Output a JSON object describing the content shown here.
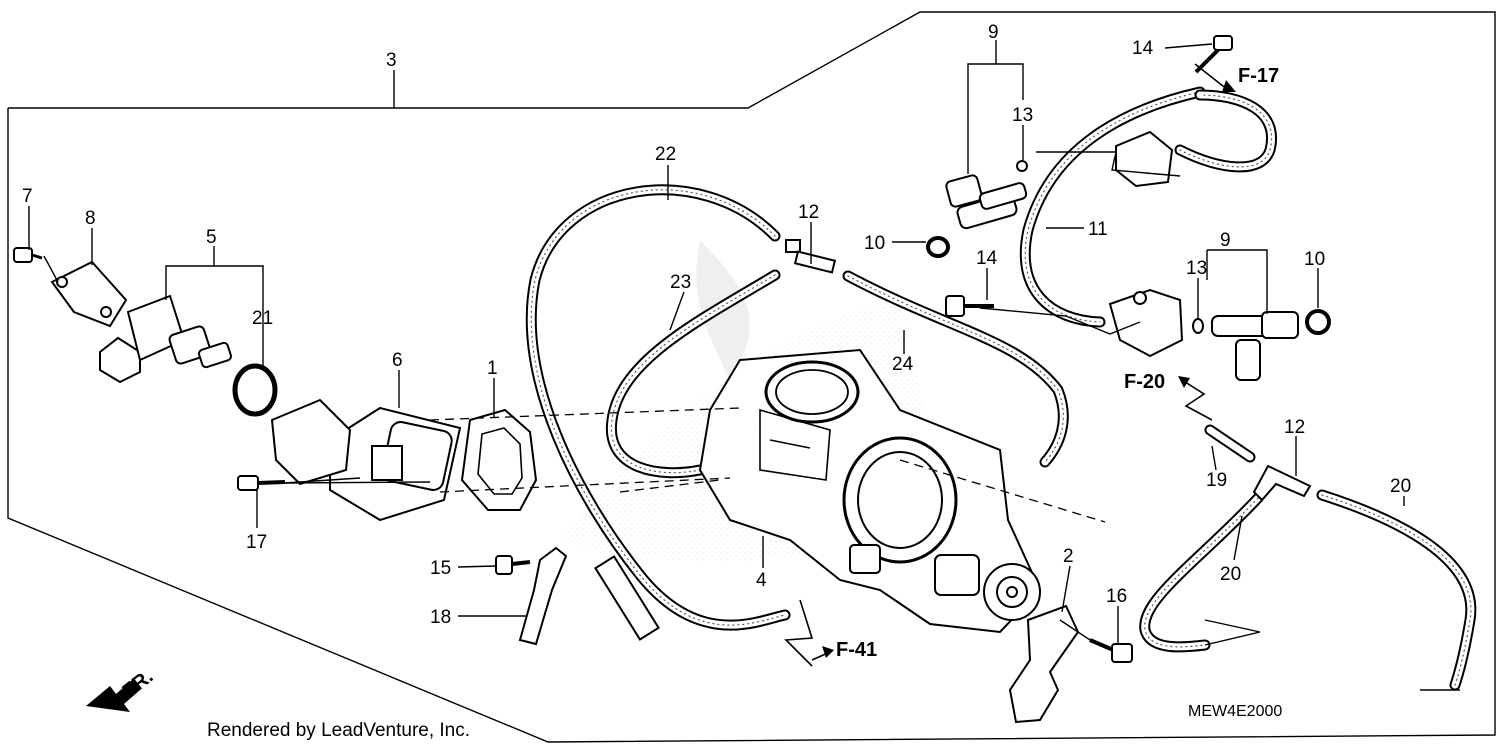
{
  "callouts": [
    {
      "id": "3",
      "text": "3"
    },
    {
      "id": "7",
      "text": "7"
    },
    {
      "id": "8",
      "text": "8"
    },
    {
      "id": "5",
      "text": "5"
    },
    {
      "id": "21",
      "text": "21"
    },
    {
      "id": "6",
      "text": "6"
    },
    {
      "id": "1",
      "text": "1"
    },
    {
      "id": "17",
      "text": "17"
    },
    {
      "id": "22",
      "text": "22"
    },
    {
      "id": "23",
      "text": "23"
    },
    {
      "id": "12a",
      "text": "12"
    },
    {
      "id": "10a",
      "text": "10"
    },
    {
      "id": "24",
      "text": "24"
    },
    {
      "id": "14a",
      "text": "14"
    },
    {
      "id": "9a",
      "text": "9"
    },
    {
      "id": "13a",
      "text": "13"
    },
    {
      "id": "14b",
      "text": "14"
    },
    {
      "id": "11",
      "text": "11"
    },
    {
      "id": "9b",
      "text": "9"
    },
    {
      "id": "13b",
      "text": "13"
    },
    {
      "id": "10b",
      "text": "10"
    },
    {
      "id": "12b",
      "text": "12"
    },
    {
      "id": "19",
      "text": "19"
    },
    {
      "id": "20a",
      "text": "20"
    },
    {
      "id": "20b",
      "text": "20"
    },
    {
      "id": "2",
      "text": "2"
    },
    {
      "id": "16",
      "text": "16"
    },
    {
      "id": "15",
      "text": "15"
    },
    {
      "id": "18",
      "text": "18"
    },
    {
      "id": "4",
      "text": "4"
    }
  ],
  "references": {
    "f17": "F-17",
    "f20": "F-20",
    "f41": "F-41"
  },
  "front_marker": "FR.",
  "footer": "Rendered by LeadVenture, Inc.",
  "diagram_code": "MEW4E2000",
  "icons": {
    "front_arrow": "arrow-down-left-icon",
    "reference_arrow": "arrow-icon"
  }
}
